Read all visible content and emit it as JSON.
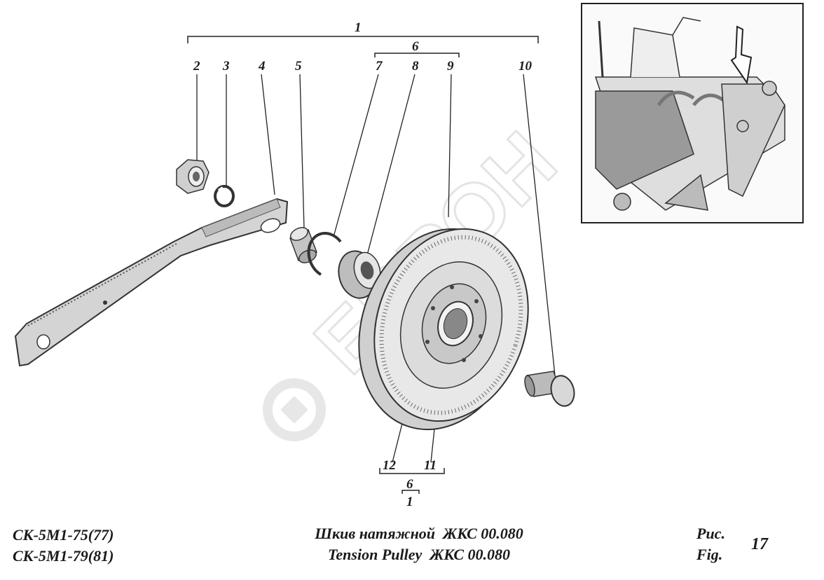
{
  "callouts": {
    "c1": "1",
    "c2": "2",
    "c3": "3",
    "c4": "4",
    "c5": "5",
    "c6": "6",
    "c7": "7",
    "c8": "8",
    "c9": "9",
    "c10": "10",
    "c11": "11",
    "c12": "12",
    "c6_bottom": "6",
    "c1_bottom": "1"
  },
  "footer": {
    "model_1": "СК-5М1-75(77)",
    "model_2": "СК-5М1-79(81)",
    "title_ru": "Шкив натяжной  ЖКС 00.080",
    "title_en": "Tension Pulley  ЖКС 00.080",
    "fig_ru": "Рис.",
    "fig_en": "Fig.",
    "fig_number": "17"
  },
  "watermark": {
    "text": "ЕВРОН"
  }
}
